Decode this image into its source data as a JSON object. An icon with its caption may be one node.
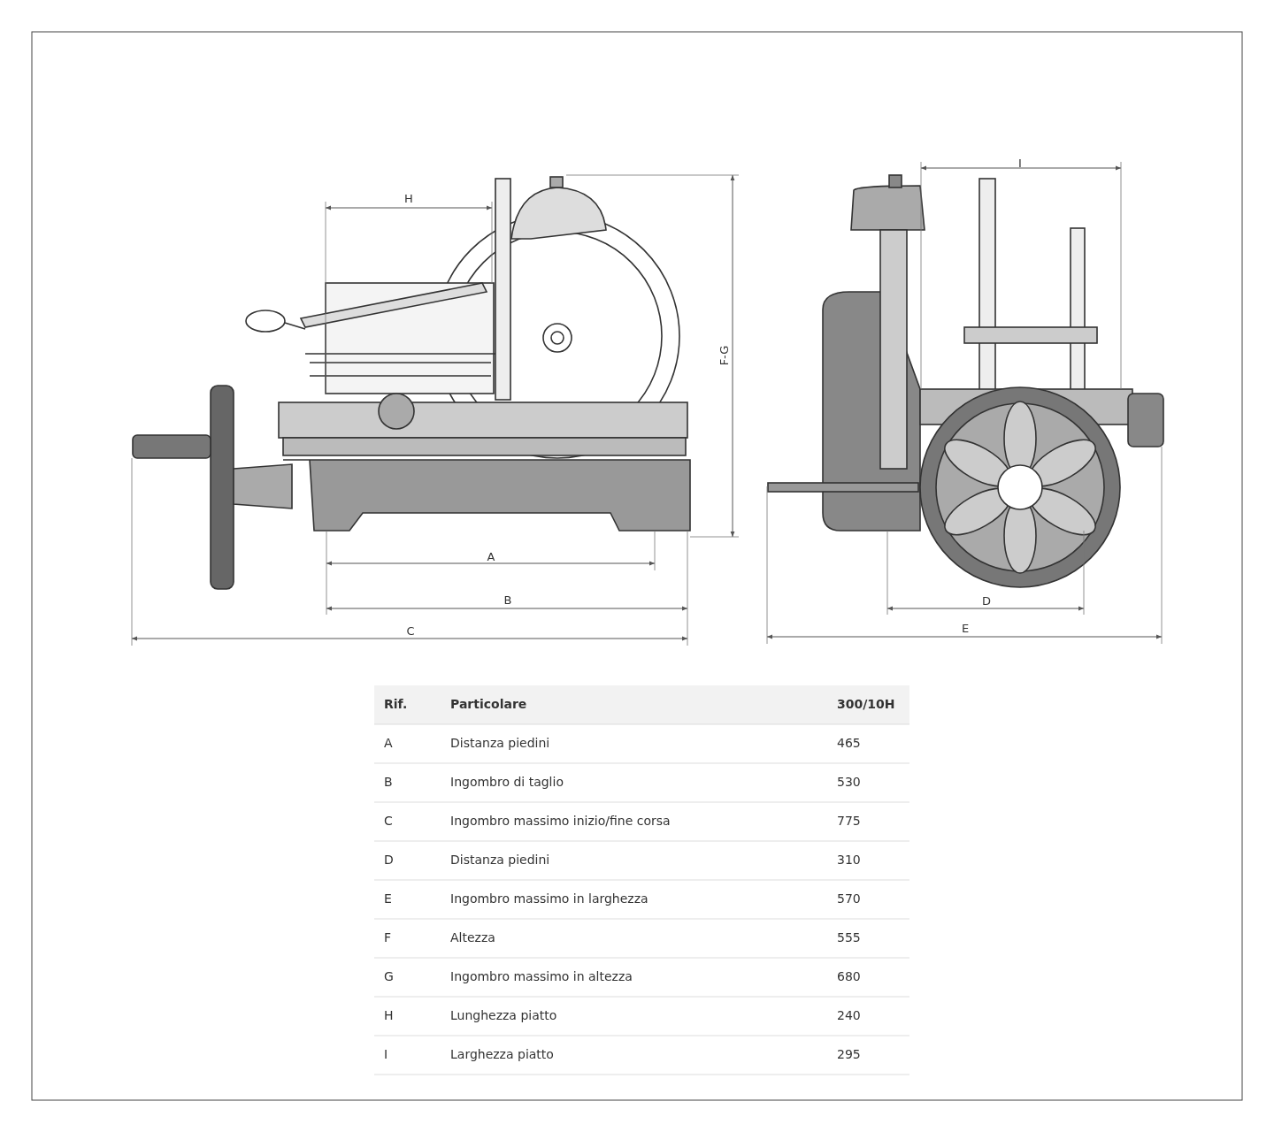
{
  "diagram": {
    "labels": [
      "I",
      "H",
      "F-G",
      "A",
      "B",
      "D",
      "C",
      "E",
      "Rif.",
      "Particolare",
      "300/10H",
      "A",
      "Distanza piedini",
      "465",
      "B",
      "Ingombro di taglio",
      "530",
      "C",
      "Ingombro massimo inizio/fine corsa",
      "775",
      "D",
      "Distanza piedini",
      "310",
      "E",
      "Ingombro massimo in larghezza",
      "570",
      "F",
      "Altezza",
      "555",
      "G",
      "Ingombro massimo in altezza",
      "680",
      "H",
      "Lunghezza piatto",
      "240",
      "I",
      "Larghezza piatto",
      "295"
    ]
  }
}
